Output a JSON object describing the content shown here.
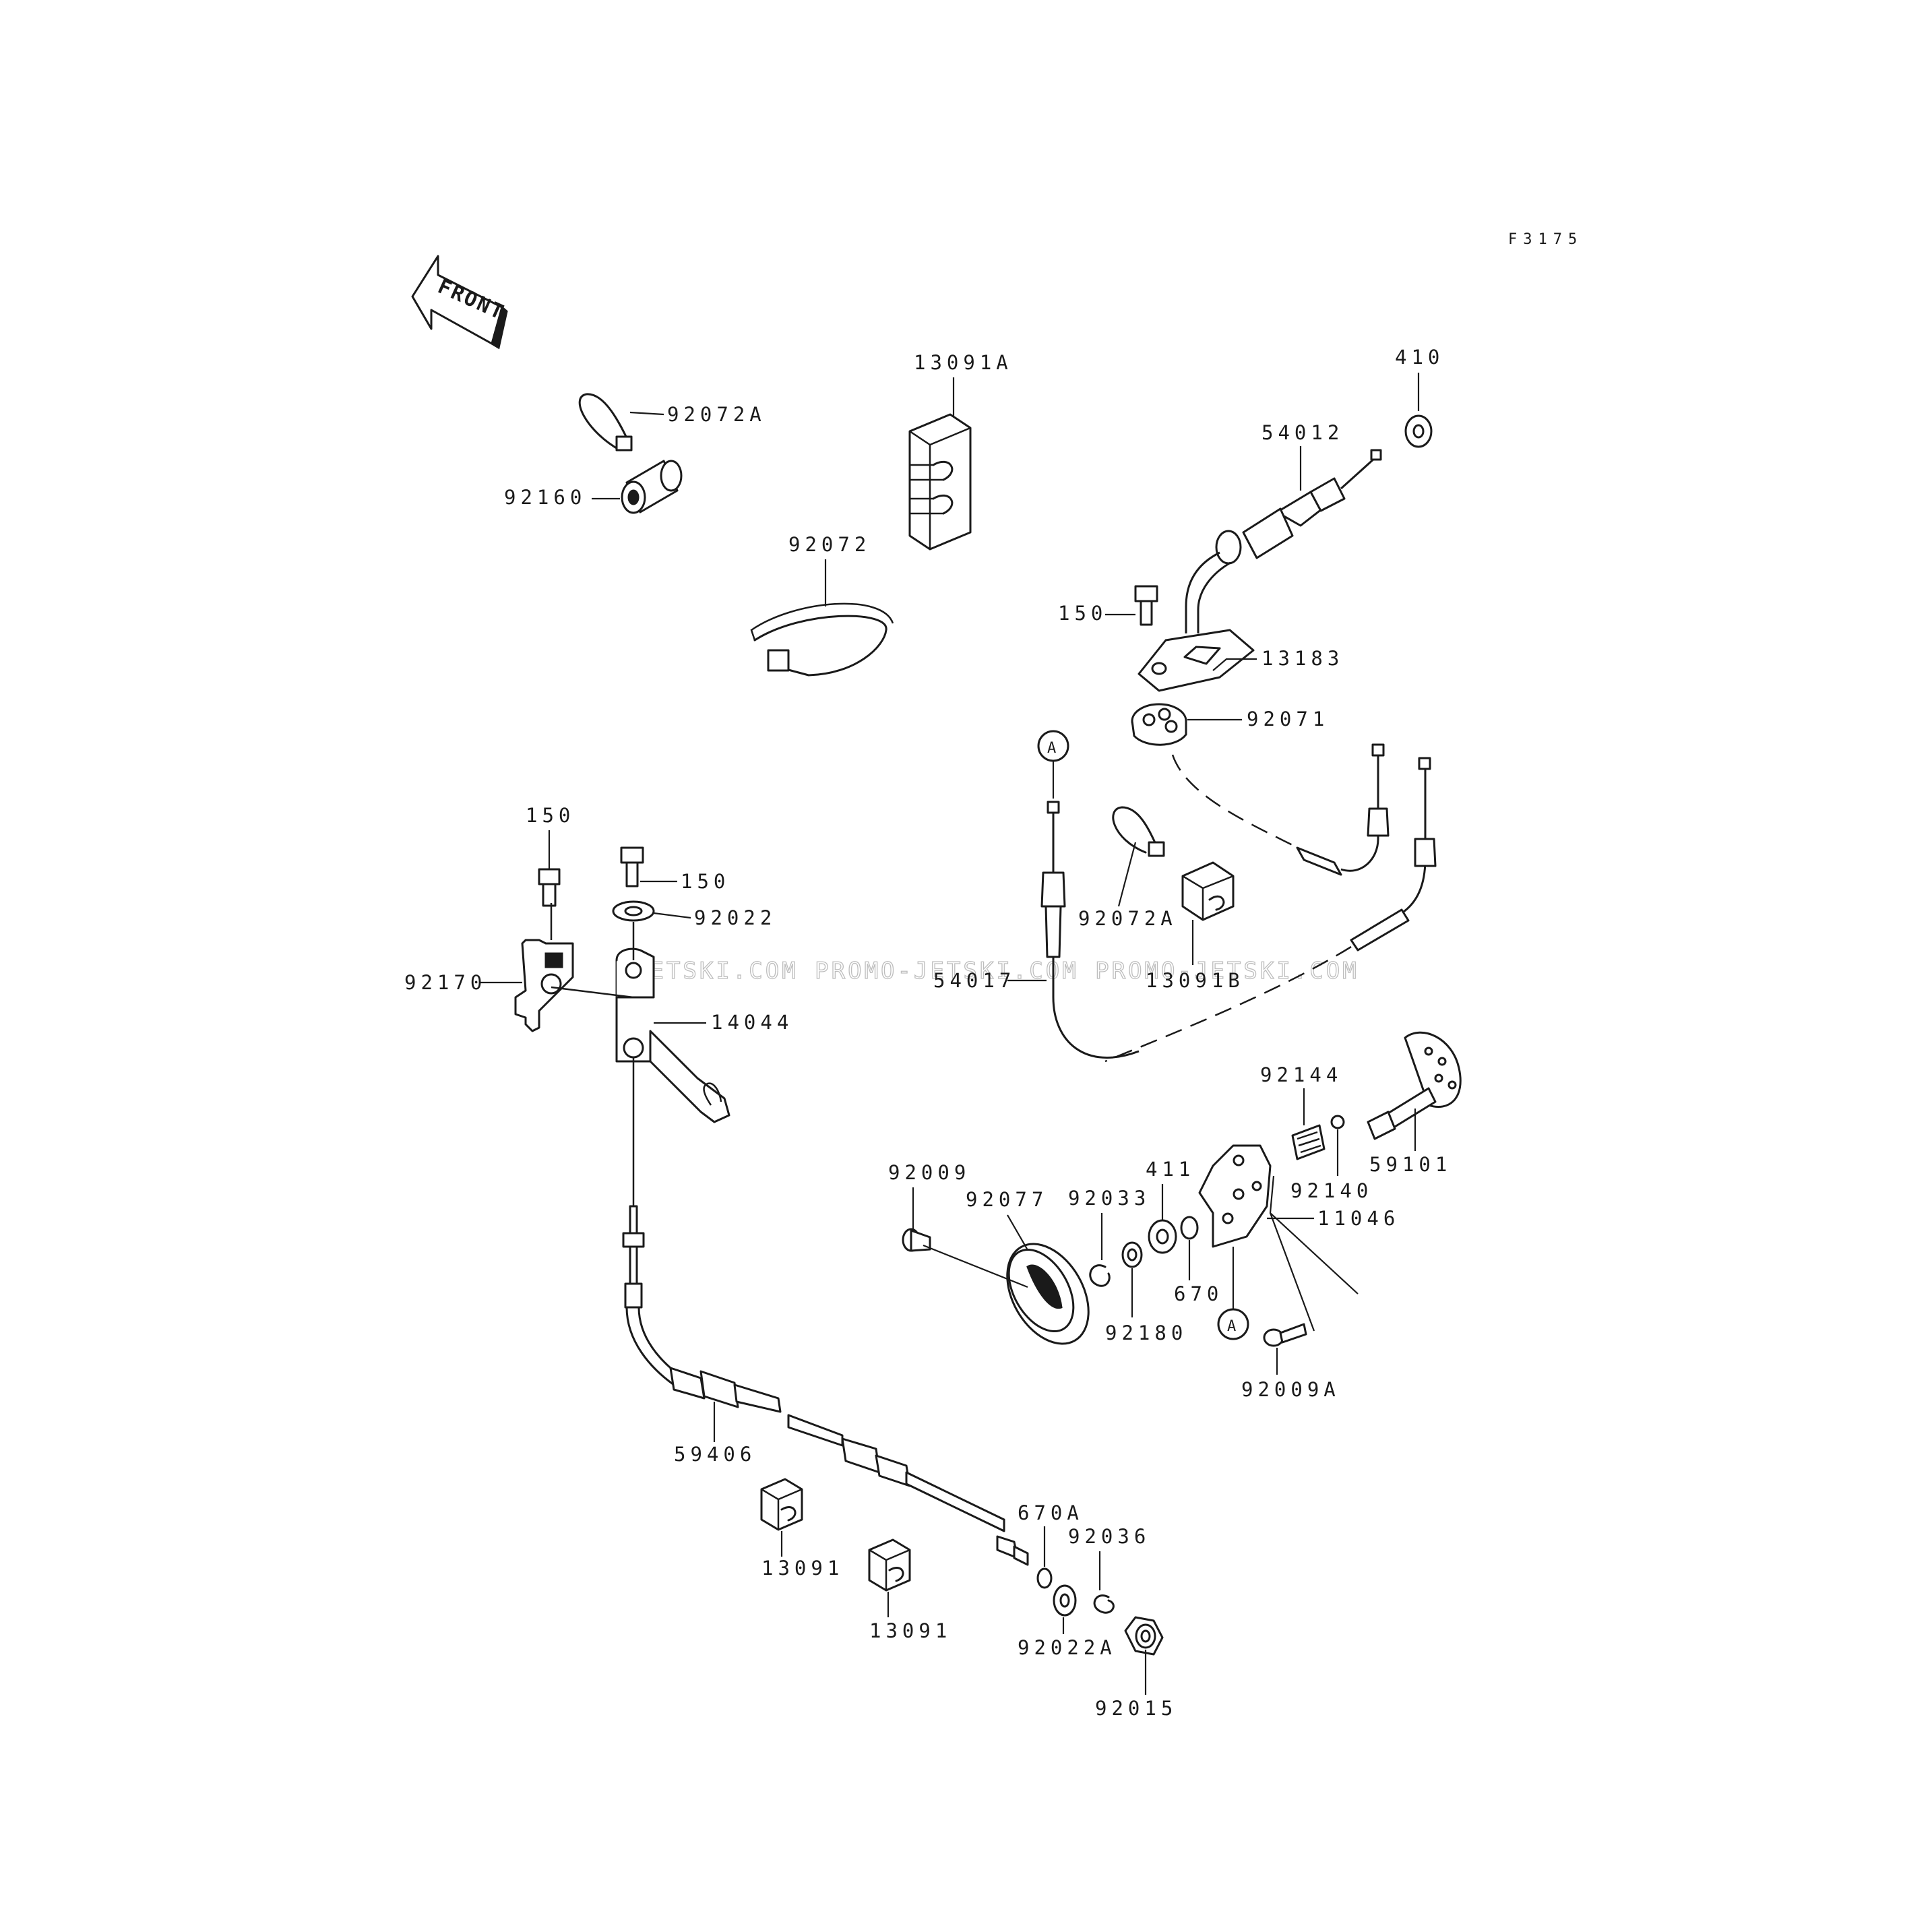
{
  "figure_code": "F3175",
  "front_label": "FRONT",
  "callout_letter": "A",
  "watermark": "JETSKI.COM  PROMO-JETSKI.COM  PROMO-JETSKI.COM",
  "parts": [
    "92072A",
    "92160",
    "13091A",
    "92072",
    "410",
    "54012",
    "150",
    "13183",
    "92071",
    "150",
    "150",
    "92022",
    "92170",
    "14044",
    "92072A",
    "54017",
    "13091B",
    "92144",
    "92140",
    "59101",
    "92009",
    "92077",
    "92033",
    "411",
    "670",
    "92180",
    "11046",
    "92009A",
    "59406",
    "670A",
    "92036",
    "13091",
    "13091",
    "92022A",
    "92015"
  ]
}
